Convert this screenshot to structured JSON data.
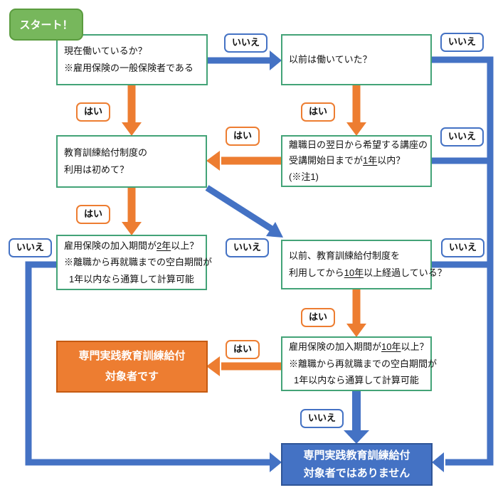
{
  "badge": {
    "label": "スタート！"
  },
  "decision_labels": {
    "yes": "はい",
    "no": "いいえ"
  },
  "colors": {
    "box_border_green": "#43a377",
    "badge_green": "#77b75c",
    "orange": "#ED7D31",
    "orange_dark": "#c55a11",
    "blue": "#4472C4",
    "blue_dark": "#2f5597"
  },
  "nodes": {
    "q_current_work": {
      "l1": "現在働いているか？",
      "l2": "※雇用保険の一般保険者である"
    },
    "q_past_work": {
      "l1": "以前は働いていた？"
    },
    "q_first_use": {
      "l1": "教育訓練給付制度の",
      "l2": "利用は初めて？"
    },
    "q_leave_within_1y": {
      "l1": "離職日の翌日から希望する講座の",
      "l2a": "受講開始日までが",
      "l2u": "1年",
      "l2b": "以内？",
      "l3": "(※注1)"
    },
    "q_insured_2y": {
      "l1a": "雇用保険の加入期間が",
      "l1u": "2年",
      "l1b": "以上？",
      "l2": "※離職から再就職までの空白期間が",
      "l3": "1年以内なら通算して計算可能"
    },
    "q_10y_since_use": {
      "l1": "以前、教育訓練給付制度を",
      "l2a": "利用してから",
      "l2u": "10年",
      "l2b": "以上経過している？"
    },
    "q_insured_10y": {
      "l1a": "雇用保険の加入期間が",
      "l1u": "10年",
      "l1b": "以上？",
      "l2": "※離職から再就職までの空白期間が",
      "l3": "1年以内なら通算して計算可能"
    },
    "result_eligible": {
      "l1": "専門実践教育訓練給付",
      "l2": "対象者です"
    },
    "result_not_eligible": {
      "l1": "専門実践教育訓練給付",
      "l2": "対象者ではありません"
    }
  }
}
